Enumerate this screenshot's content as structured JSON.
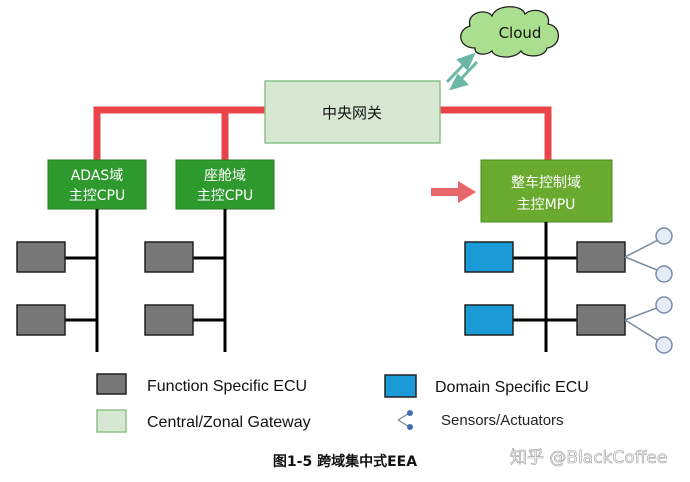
{
  "cloud": {
    "label": "Cloud"
  },
  "gateway": {
    "label": "中央网关"
  },
  "adas": {
    "line1": "ADAS域",
    "line2": "主控CPU"
  },
  "cockpit": {
    "line1": "座舱域",
    "line2": "主控CPU"
  },
  "vehicle": {
    "line1": "整车控制域",
    "line2": "主控MPU"
  },
  "legend": {
    "function_ecu": "Function Specific ECU",
    "gateway": "Central/Zonal Gateway",
    "domain_ecu": "Domain Specific ECU",
    "sensors": "Sensors/Actuators"
  },
  "caption": "图1-5 跨域集中式EEA",
  "watermark": "知乎 @BlackCoffee",
  "colors": {
    "bus_red": "#e8444a",
    "green_dark": "#2e9a2e",
    "green_medium": "#6aab2f",
    "gateway_fill": "#d6e8d2",
    "cloud_fill": "#a9df8f",
    "ecu_gray": "#777777",
    "ecu_blue": "#1a9ad6",
    "sensor_fill": "#e4ecf6",
    "arrow_red": "#e8656a",
    "arrow_teal": "#6bb7a6"
  }
}
